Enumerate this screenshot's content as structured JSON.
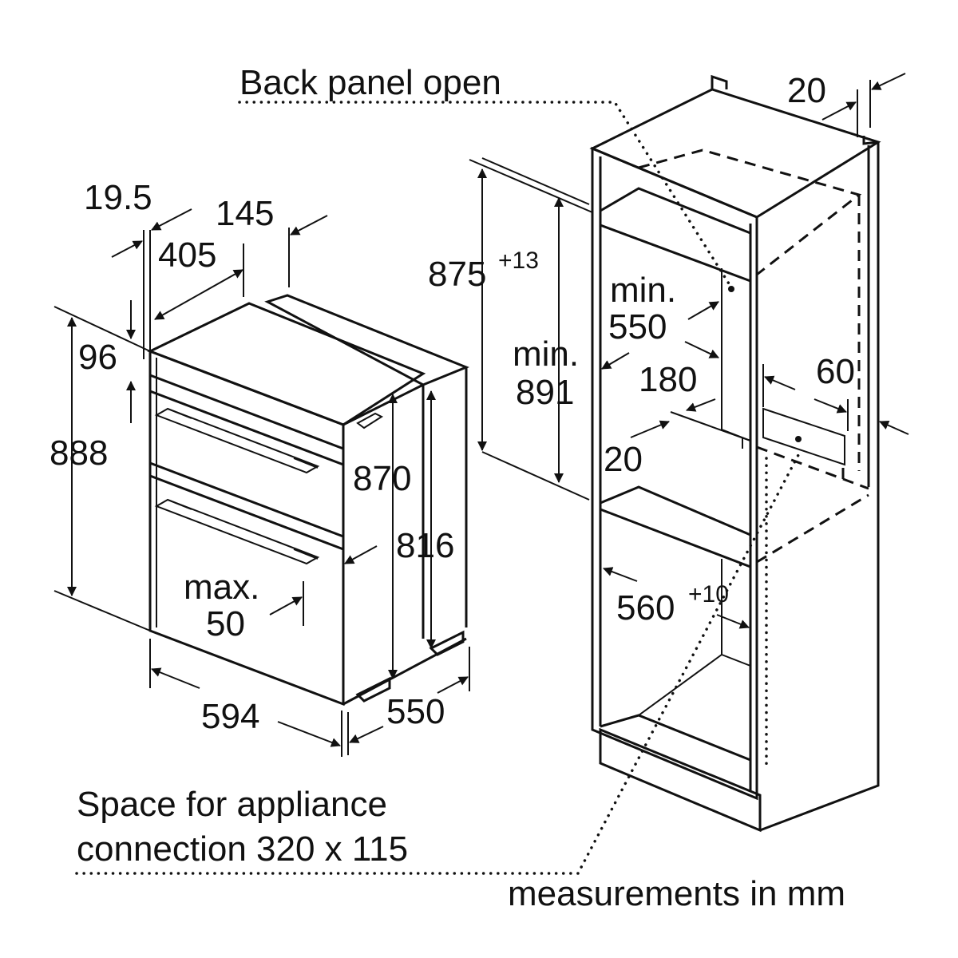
{
  "labels": {
    "back_panel": "Back panel open",
    "space_line1": "Space for appliance",
    "space_line2": "connection 320 x 115",
    "units": "measurements in mm"
  },
  "appliance_dims": {
    "d19_5": "19.5",
    "d145": "145",
    "d405": "405",
    "d96": "96",
    "d888": "888",
    "d870": "870",
    "d816": "816",
    "max_a": "max.",
    "max_b": "50",
    "d594": "594",
    "d550": "550"
  },
  "cabinet_dims": {
    "d875": "875",
    "d875_tol": "+13",
    "min891_a": "min.",
    "min891_b": "891",
    "min550_a": "min.",
    "min550_b": "550",
    "d180": "180",
    "d20_inner": "20",
    "d60": "60",
    "d20_top": "20",
    "d560": "560",
    "d560_tol": "+10"
  }
}
